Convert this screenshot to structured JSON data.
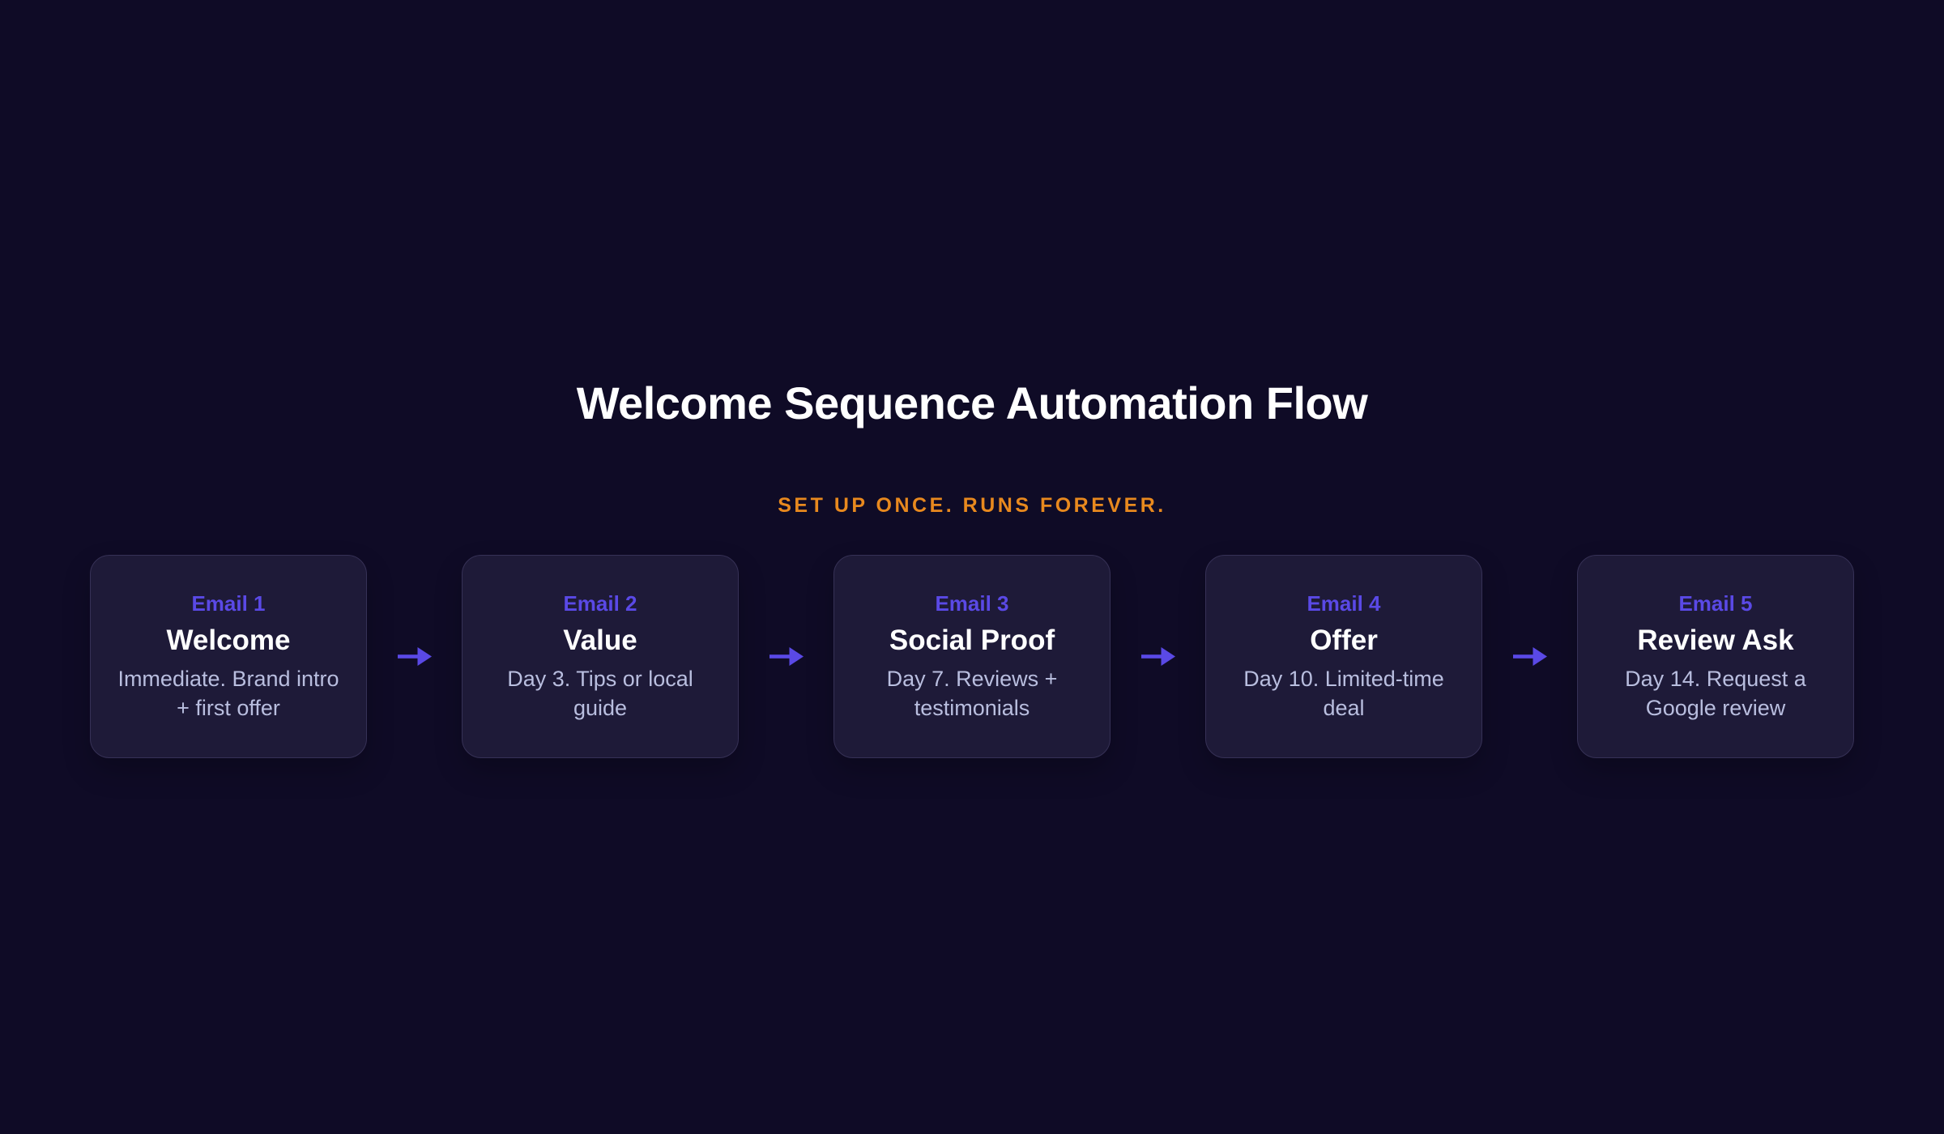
{
  "page": {
    "title": "Welcome Sequence Automation Flow",
    "subtitle": "SET UP ONCE. RUNS FOREVER."
  },
  "flow": {
    "cards": [
      {
        "label": "Email 1",
        "title": "Welcome",
        "description": "Immediate. Brand intro + first offer"
      },
      {
        "label": "Email 2",
        "title": "Value",
        "description": "Day 3. Tips or local guide"
      },
      {
        "label": "Email 3",
        "title": "Social Proof",
        "description": "Day 7. Reviews + testimonials"
      },
      {
        "label": "Email 4",
        "title": "Offer",
        "description": "Day 10. Limited-time deal"
      },
      {
        "label": "Email 5",
        "title": "Review Ask",
        "description": "Day 14. Request a Google review"
      }
    ],
    "arrow_icon": "right-arrow"
  },
  "colors": {
    "bg": "#0f0b26",
    "card-bg": "#1e1a38",
    "card-border": "#363156",
    "accent": "#5a49e6",
    "orange": "#e8891e",
    "body-text": "#b9bedf",
    "white": "#ffffff"
  }
}
